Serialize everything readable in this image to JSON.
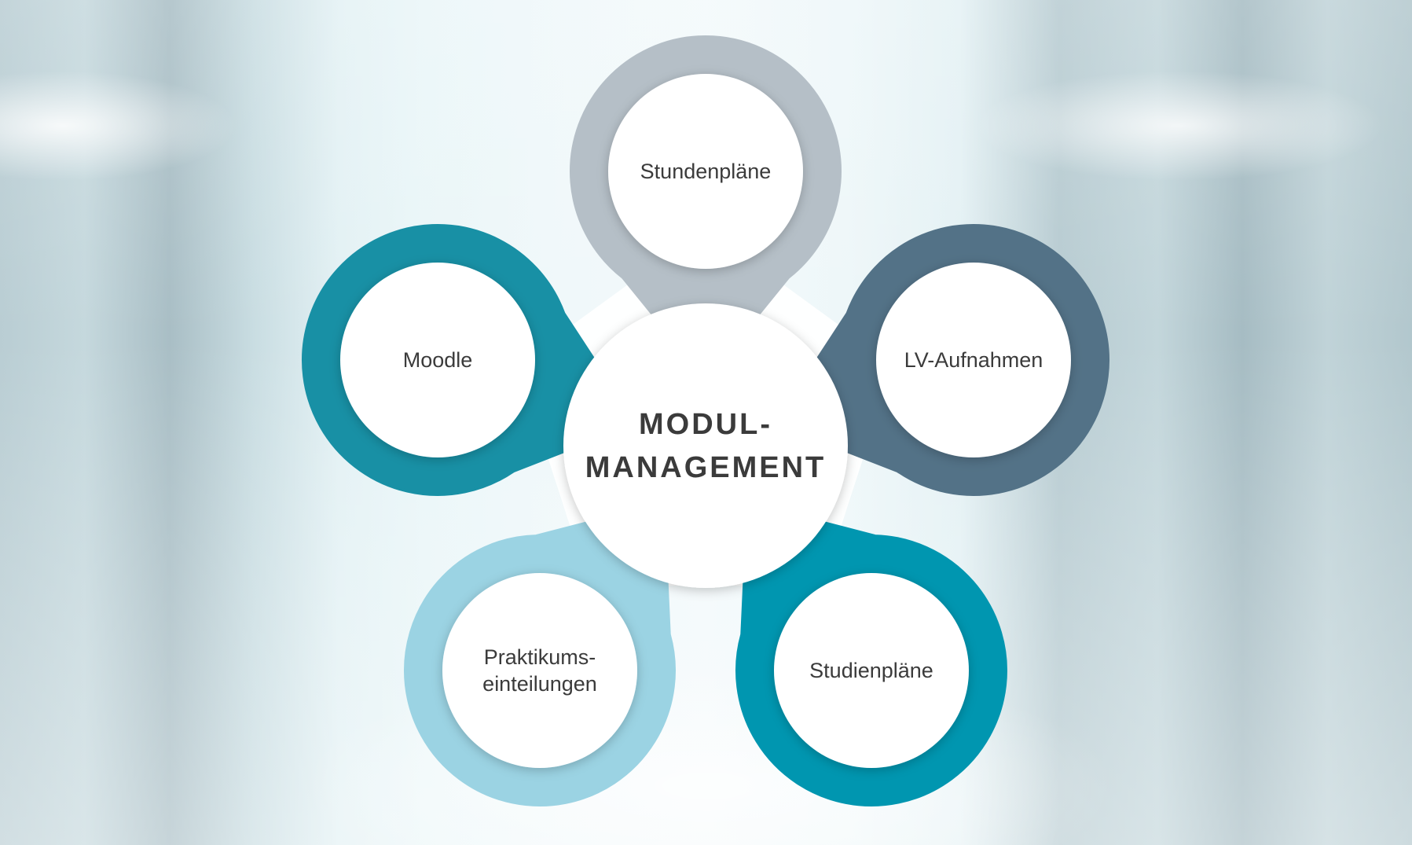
{
  "center": {
    "lines": [
      "MODUL-",
      "MANAGEMENT"
    ]
  },
  "nodes": [
    {
      "id": "stundenplaene",
      "lines": [
        "Stundenpläne"
      ],
      "color": "#b5bfc7"
    },
    {
      "id": "lv-aufnahmen",
      "lines": [
        "LV-Aufnahmen"
      ],
      "color": "#537287"
    },
    {
      "id": "studienplaene",
      "lines": [
        "Studienpläne"
      ],
      "color": "#0096b0"
    },
    {
      "id": "praktikumseinteilungen",
      "lines": [
        "Praktikums-",
        "einteilungen"
      ],
      "color": "#9bd3e3"
    },
    {
      "id": "moodle",
      "lines": [
        "Moodle"
      ],
      "color": "#1890a5"
    }
  ]
}
